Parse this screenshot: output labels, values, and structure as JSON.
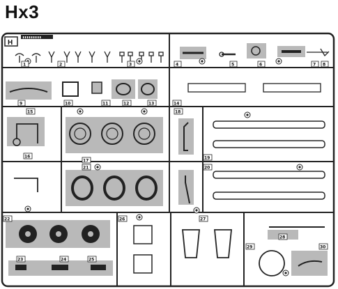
{
  "sprue": {
    "title": "Hx3",
    "letter": "H",
    "brand": "▮▮▮▮▮▮▮▮▮",
    "colors": {
      "ink": "#1a1a1a",
      "shade": "#b9b9b9",
      "frame": "#222222",
      "paper": "#ffffff"
    }
  },
  "parts": [
    {
      "label": "1"
    },
    {
      "label": "2"
    },
    {
      "label": "3"
    },
    {
      "label": "4"
    },
    {
      "label": "5"
    },
    {
      "label": "6"
    },
    {
      "label": "7"
    },
    {
      "label": "8"
    },
    {
      "label": "9"
    },
    {
      "label": "10"
    },
    {
      "label": "11"
    },
    {
      "label": "12"
    },
    {
      "label": "13"
    },
    {
      "label": "14"
    },
    {
      "label": "15"
    },
    {
      "label": "16"
    },
    {
      "label": "17"
    },
    {
      "label": "18"
    },
    {
      "label": "19"
    },
    {
      "label": "20"
    },
    {
      "label": "21"
    },
    {
      "label": "22"
    },
    {
      "label": "23"
    },
    {
      "label": "24"
    },
    {
      "label": "25"
    },
    {
      "label": "26"
    },
    {
      "label": "27"
    },
    {
      "label": "28"
    },
    {
      "label": "29"
    },
    {
      "label": "30"
    }
  ]
}
